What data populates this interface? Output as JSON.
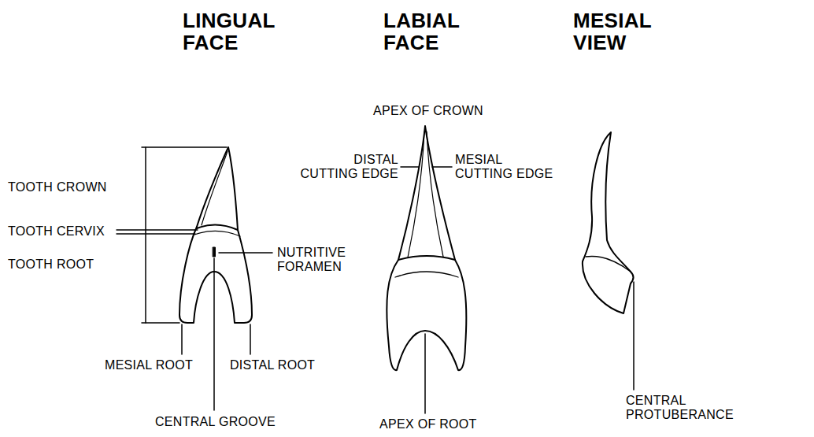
{
  "diagram": {
    "labels": [
      "LINGUAL FACE",
      "LABIAL FACE",
      "MESIAL VIEW",
      "TOOTH CROWN",
      "TOOTH CERVIX",
      "TOOTH ROOT",
      "NUTRITIVE FORAMEN",
      "MESIAL ROOT",
      "DISTAL ROOT",
      "CENTRAL GROOVE",
      "APEX OF CROWN",
      "DISTAL CUTTING EDGE",
      "MESIAL CUTTING EDGE",
      "APEX OF ROOT",
      "CENTRAL PROTUBERANCE"
    ]
  }
}
